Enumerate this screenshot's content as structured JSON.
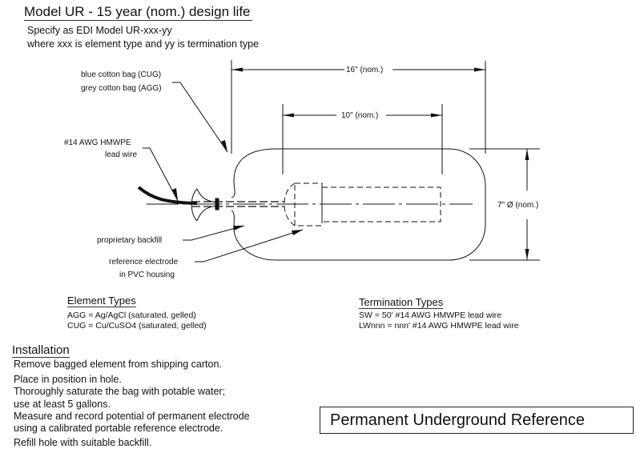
{
  "header": {
    "title": "Model UR - 15 year (nom.) design life",
    "specify_line1": "Specify as EDI Model UR-xxx-yy",
    "specify_line2": "where xxx is element type and yy is termination type"
  },
  "diagram": {
    "labels": {
      "bag_cug": "blue cotton bag (CUG)",
      "bag_agg": "grey cotton bag (AGG)",
      "lead_wire_1": "#14 AWG HMWPE",
      "lead_wire_2": "lead wire",
      "backfill": "proprietary backfill",
      "electrode_1": "reference electrode",
      "electrode_2": "in PVC housing"
    },
    "dimensions": {
      "overall_length": "16\" (nom.)",
      "electrode_length": "10\" (nom.)",
      "diameter": "7\" Ø (nom.)"
    }
  },
  "element_types": {
    "heading": "Element Types",
    "items": [
      "AGG = Ag/AgCl (saturated, gelled)",
      "CUG = Cu/CuSO4 (saturated, gelled)"
    ]
  },
  "termination_types": {
    "heading": "Termination Types",
    "items": [
      "SW = 50' #14 AWG HMWPE lead wire",
      "LWnnn = nnn' #14 AWG HMWPE lead wire"
    ]
  },
  "installation": {
    "heading": "Installation",
    "steps": [
      "Remove bagged element from shipping carton.",
      "Place in position in hole.",
      "Thoroughly saturate the bag with potable water;",
      "use at least 5 gallons.",
      "Measure and record potential of permanent electrode",
      "using a calibrated portable reference electrode.",
      "Refill hole with suitable backfill."
    ]
  },
  "title_block": {
    "text": "Permanent Underground Reference"
  }
}
